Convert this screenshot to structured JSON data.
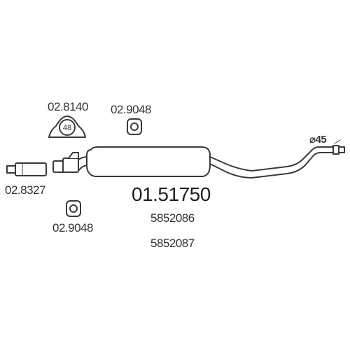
{
  "parts": {
    "hanger_large": {
      "code": "02.8140",
      "mark": "48"
    },
    "clamp_top": {
      "code": "02.9048"
    },
    "front_pipe": {
      "code": "02.8327"
    },
    "clamp_bottom": {
      "code": "02.9048"
    },
    "muffler": {
      "code": "01.51750",
      "oem_refs": [
        "5852086",
        "5852087"
      ],
      "outlet_diameter": "⌀45"
    }
  },
  "colors": {
    "line": "#3a3a3a",
    "fill": "#ffffff"
  }
}
